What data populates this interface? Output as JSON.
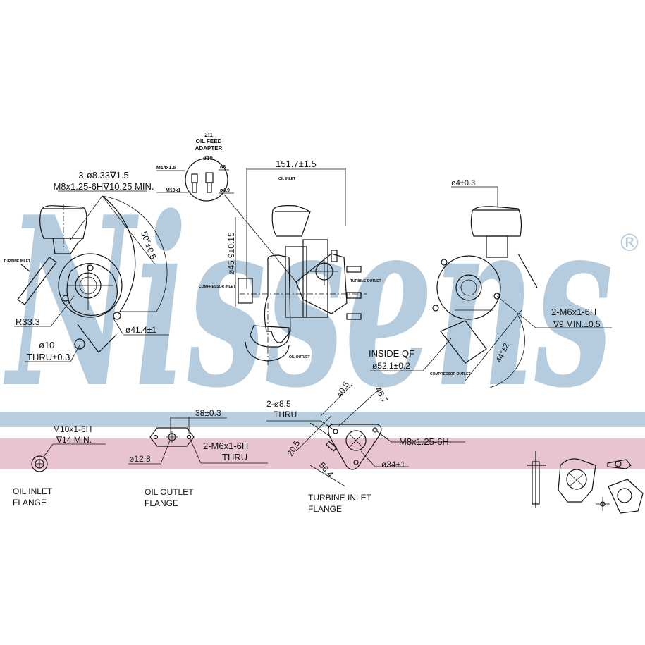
{
  "watermark": {
    "brand": "Nissens",
    "registered": "®"
  },
  "colors": {
    "band_blue": "#b9cfdf",
    "band_pink": "#e8c4ce",
    "line": "#111111"
  },
  "view_left": {
    "callout_holes_1": "3-ø8.33∇1.5",
    "callout_holes_2": "M8x1.25-6H∇10.25  MIN.",
    "angle": "50°±0.5",
    "turbine_inlet": "TURBINE INLET",
    "radius": "R33.3",
    "diameter": "ø41.4±1",
    "hole_1": "ø10",
    "hole_2": "THRU±0.3"
  },
  "adapter": {
    "scale": "2:1",
    "title_1": "OIL FEED",
    "title_2": "ADAPTER",
    "d10": "ø10",
    "m14": "M14x1.5",
    "d8": "ø8",
    "m10": "M10x1",
    "d49": "ø4.9"
  },
  "view_center": {
    "width_dim": "151.7±1.5",
    "oil_inlet": "OIL INLET",
    "height_dim": "ø45.9±0.15",
    "compressor_inlet": "COMPRESSOR INLET",
    "turbine_outlet": "TURBINE OUTLET",
    "oil_outlet": "OIL OUTLET"
  },
  "view_right": {
    "d4": "ø4±0.3",
    "thread_1": "2-M6x1-6H",
    "thread_2": "∇9  MIN.±0.5",
    "angle": "44°±2",
    "inside_1": "INSIDE QF",
    "inside_2": "ø52.1±0.2",
    "compressor_outlet": "COMPRESSOR OUTLET"
  },
  "flanges": {
    "oil_inlet": {
      "thread_1": "M10x1-6H",
      "thread_2": "∇14  MIN.",
      "label_1": "OIL INLET",
      "label_2": "FLANGE"
    },
    "oil_outlet": {
      "spacing": "38±0.3",
      "diameter": "ø12.8",
      "thread_1": "2-M6x1-6H",
      "thread_2": "THRU",
      "label_1": "OIL OUTLET",
      "label_2": "FLANGE"
    },
    "turbine_inlet": {
      "holes_1": "2-ø8.5",
      "holes_2": "THRU",
      "dim_405": "40.5",
      "dim_467": "46.7",
      "thread": "M8x1.25-6H",
      "dim_205": "20.5",
      "dim_564": "56.4",
      "diameter": "ø34±1",
      "label_1": "TURBINE INLET",
      "label_2": "FLANGE"
    }
  }
}
